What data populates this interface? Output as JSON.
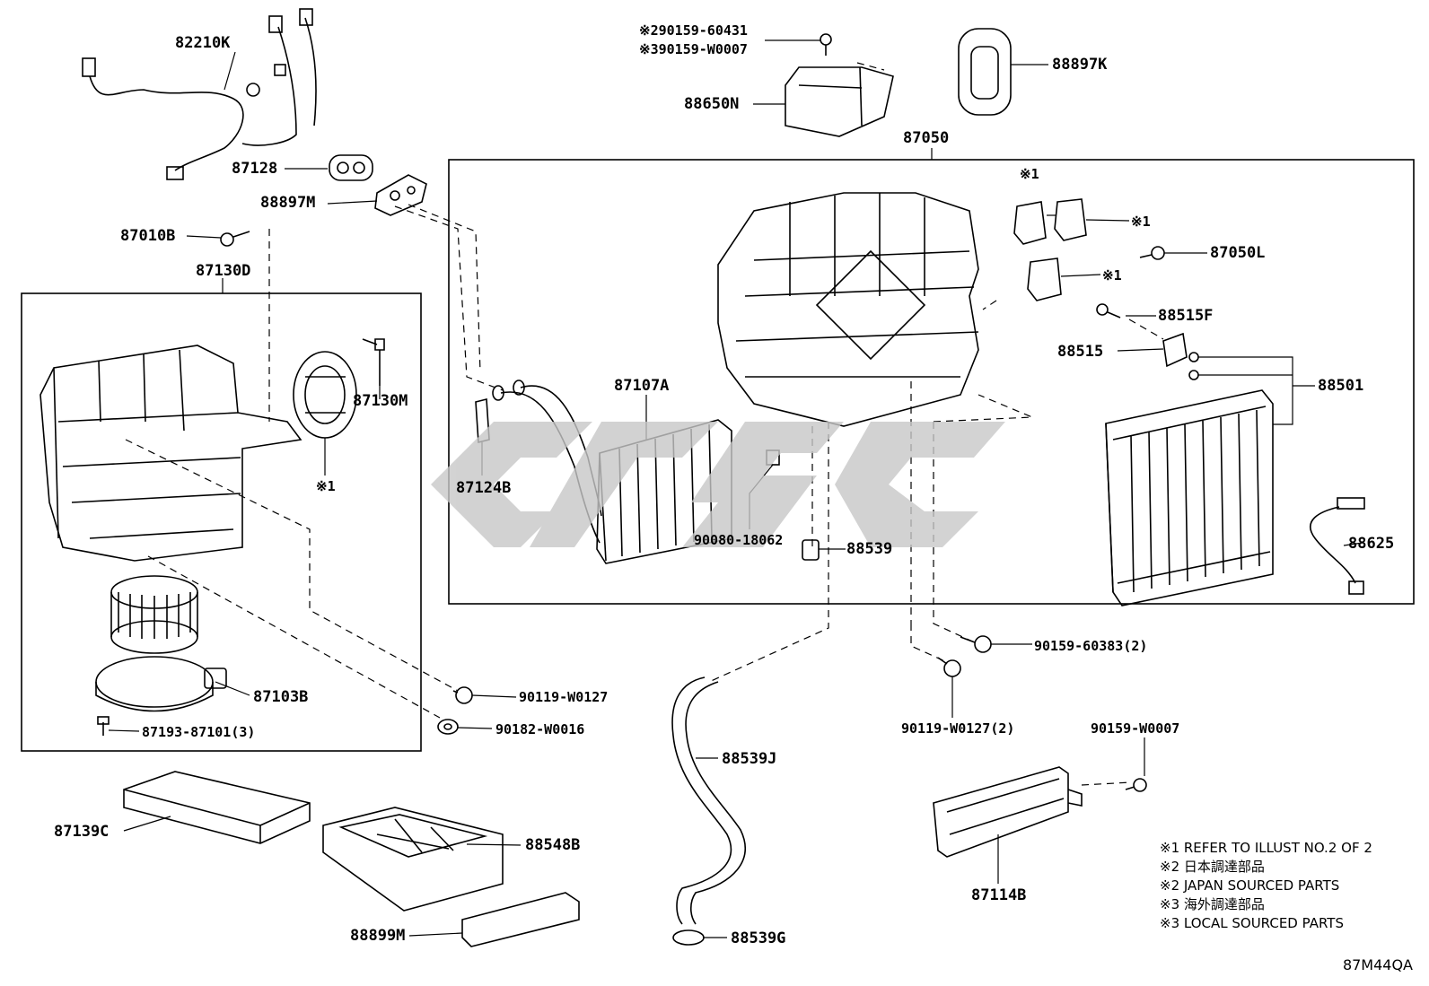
{
  "parts": {
    "p82210K": "82210K",
    "p87128": "87128",
    "p88897M": "88897M",
    "p87010B": "87010B",
    "p87130D": "87130D",
    "p87130M": "87130M",
    "p87103B": "87103B",
    "p87193": "87193-87101(3)",
    "p90119a": "90119-W0127",
    "p90182": "90182-W0016",
    "p87139C": "87139C",
    "p88548B": "88548B",
    "p88899M": "88899M",
    "p29015960431": "※290159-60431",
    "p3901590007": "※390159-W0007",
    "p88650N": "88650N",
    "p88897K": "88897K",
    "p87050": "87050",
    "p87050L": "87050L",
    "p88515F": "88515F",
    "p88515": "88515",
    "p88501": "88501",
    "p87107A": "87107A",
    "p87124B": "87124B",
    "p90080": "90080-18062",
    "p88539": "88539",
    "p88625": "88625",
    "p90159_60383": "90159-60383(2)",
    "p90119b": "90119-W0127(2)",
    "p90159_W0007": "90159-W0007",
    "p88539J": "88539J",
    "p88539G": "88539G",
    "p87114B": "87114B",
    "ref1a": "※1",
    "ref1b": "※1",
    "ref1c": "※1",
    "ref1d": "※1"
  },
  "notes": {
    "n1": "※1 REFER TO ILLUST NO.2 OF 2",
    "n2": "※2 日本調達部品",
    "n3": "※2 JAPAN SOURCED PARTS",
    "n4": "※3 海外調達部品",
    "n5": "※3 LOCAL SOURCED PARTS"
  },
  "diagram_code": "87M44QA"
}
